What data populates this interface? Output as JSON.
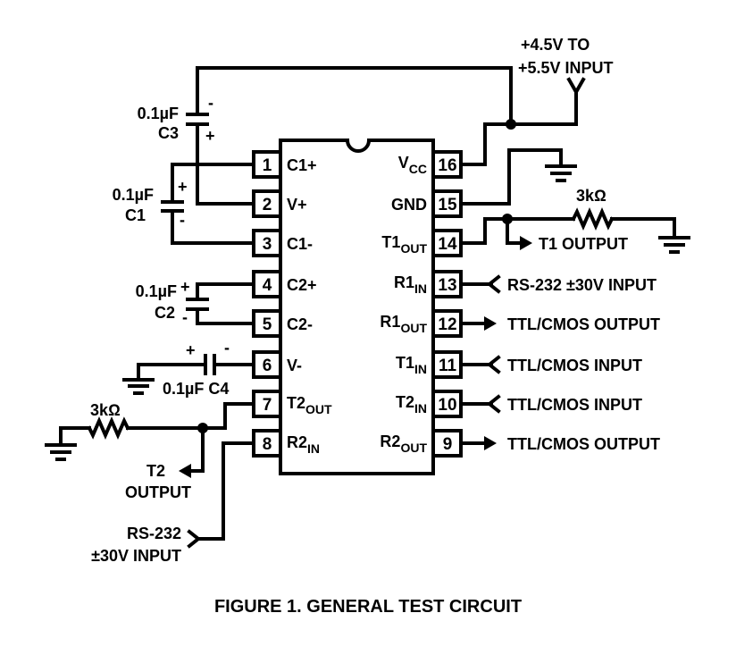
{
  "figure": {
    "caption": "FIGURE 1.  GENERAL TEST CIRCUIT"
  },
  "ic": {
    "left_pins": [
      {
        "num": "1",
        "name": "C1",
        "sub": "",
        "suffix": "+"
      },
      {
        "num": "2",
        "name": "V",
        "sub": "",
        "suffix": "+"
      },
      {
        "num": "3",
        "name": "C1",
        "sub": "",
        "suffix": "-"
      },
      {
        "num": "4",
        "name": "C2",
        "sub": "",
        "suffix": "+"
      },
      {
        "num": "5",
        "name": "C2",
        "sub": "",
        "suffix": "-"
      },
      {
        "num": "6",
        "name": "V",
        "sub": "",
        "suffix": "-"
      },
      {
        "num": "7",
        "name": "T2",
        "sub": "OUT",
        "suffix": ""
      },
      {
        "num": "8",
        "name": "R2",
        "sub": "IN",
        "suffix": ""
      }
    ],
    "right_pins": [
      {
        "num": "16",
        "name": "V",
        "sub": "CC"
      },
      {
        "num": "15",
        "name": "GND",
        "sub": ""
      },
      {
        "num": "14",
        "name": "T1",
        "sub": "OUT"
      },
      {
        "num": "13",
        "name": "R1",
        "sub": "IN"
      },
      {
        "num": "12",
        "name": "R1",
        "sub": "OUT"
      },
      {
        "num": "11",
        "name": "T1",
        "sub": "IN"
      },
      {
        "num": "10",
        "name": "T2",
        "sub": "IN"
      },
      {
        "num": "9",
        "name": "R2",
        "sub": "OUT"
      }
    ]
  },
  "components": {
    "c3": {
      "value": "0.1µF",
      "ref": "C3",
      "pos": "+",
      "neg": "-"
    },
    "c1": {
      "value": "0.1µF",
      "ref": "C1",
      "pos": "+",
      "neg": "-"
    },
    "c2": {
      "value": "0.1µF",
      "ref": "C2",
      "pos": "+",
      "neg": "-"
    },
    "c4": {
      "value": "0.1µF C4",
      "pos": "+",
      "neg": "-"
    },
    "r_t1": {
      "value": "3kΩ"
    },
    "r_t2": {
      "value": "3kΩ"
    }
  },
  "signals": {
    "supply_line1": "+4.5V TO",
    "supply_line2": "+5.5V INPUT",
    "t1_output": "T1 OUTPUT",
    "r1_in": "RS-232 ±30V INPUT",
    "r1_out": "TTL/CMOS OUTPUT",
    "t1_in": "TTL/CMOS INPUT",
    "t2_in": "TTL/CMOS INPUT",
    "r2_out": "TTL/CMOS OUTPUT",
    "t2_output_line1": "T2",
    "t2_output_line2": "OUTPUT",
    "r2_in_line1": "RS-232",
    "r2_in_line2": "±30V INPUT"
  }
}
